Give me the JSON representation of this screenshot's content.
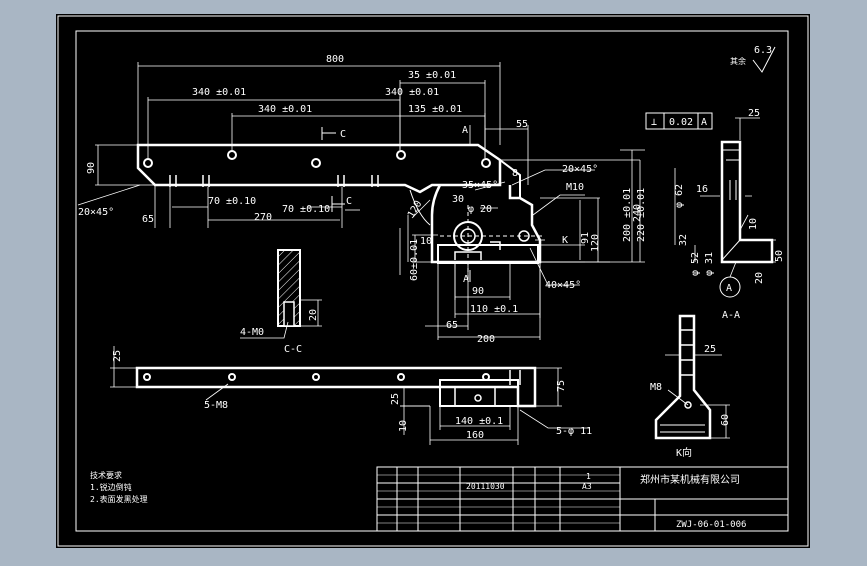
{
  "colors": {
    "background": "#000000",
    "frame": "#a9b6c4",
    "line": "#ffffff",
    "dim": "#ffffff"
  },
  "plan": {
    "overall": "800",
    "d340a": "340 ±0.01",
    "d340b": "340 ±0.01",
    "d340c": "340 ±0.01",
    "d35": "35 ±0.01",
    "d135": "135 ±0.01",
    "d55": "55",
    "d90": "90",
    "chamfer_left": "20×45°",
    "d65": "65",
    "d70a": "70 ±0.10",
    "d270": "270",
    "d70b": "70 ±0.10",
    "r120": "120",
    "d30": "30",
    "dia20": "φ 20",
    "d8": "8",
    "chamfer_r1": "20×45°",
    "chamfer_r2": "35×45°",
    "m10": "M10",
    "d200": "200 ±0.01",
    "d220": "220 ±0.01",
    "d240": "240",
    "d10": "10",
    "d60": "60±0.01",
    "d91": "91",
    "d120": "120",
    "k_mark": "K",
    "a_mark": "A",
    "a_mark2": "A",
    "c_mark": "C",
    "c_mark2": "C",
    "d90b": "90",
    "d110": "110 ±0.1",
    "chamfer_r3": "40×45°",
    "d65b": "65",
    "d200b": "200"
  },
  "section_cc": {
    "m10": "4-M0",
    "d20": "20",
    "label": "C-C"
  },
  "elevation": {
    "d25": "25",
    "m8": "5-M8",
    "d75": "75",
    "d25b": "25",
    "d10": "10",
    "d140": "140 ±0.1",
    "d160": "160",
    "holes": "5-φ 11"
  },
  "section_aa": {
    "rough": "6.3",
    "rough_note": "其余",
    "tol_sym": "⊥",
    "tol_val": "0.02",
    "tol_ref": "A",
    "d25": "25",
    "d16": "16",
    "dia62": "φ 62",
    "d32": "32",
    "dia52": "φ 52",
    "dia31": "φ 31",
    "d20": "20",
    "d50": "50",
    "d10": "10",
    "datum": "A",
    "label": "A-A"
  },
  "view_k": {
    "d25": "25",
    "m8": "M8",
    "d60": "60",
    "label": "K向"
  },
  "notes": {
    "title": "技术要求",
    "line1": "1.锐边倒钝",
    "line2": "2.表面发黑处理"
  },
  "title_block": {
    "company": "郑州市某机械有限公司",
    "date": "20111030",
    "size": "A3",
    "scale": "1",
    "drawing_no": "ZWJ-06-01-006"
  }
}
